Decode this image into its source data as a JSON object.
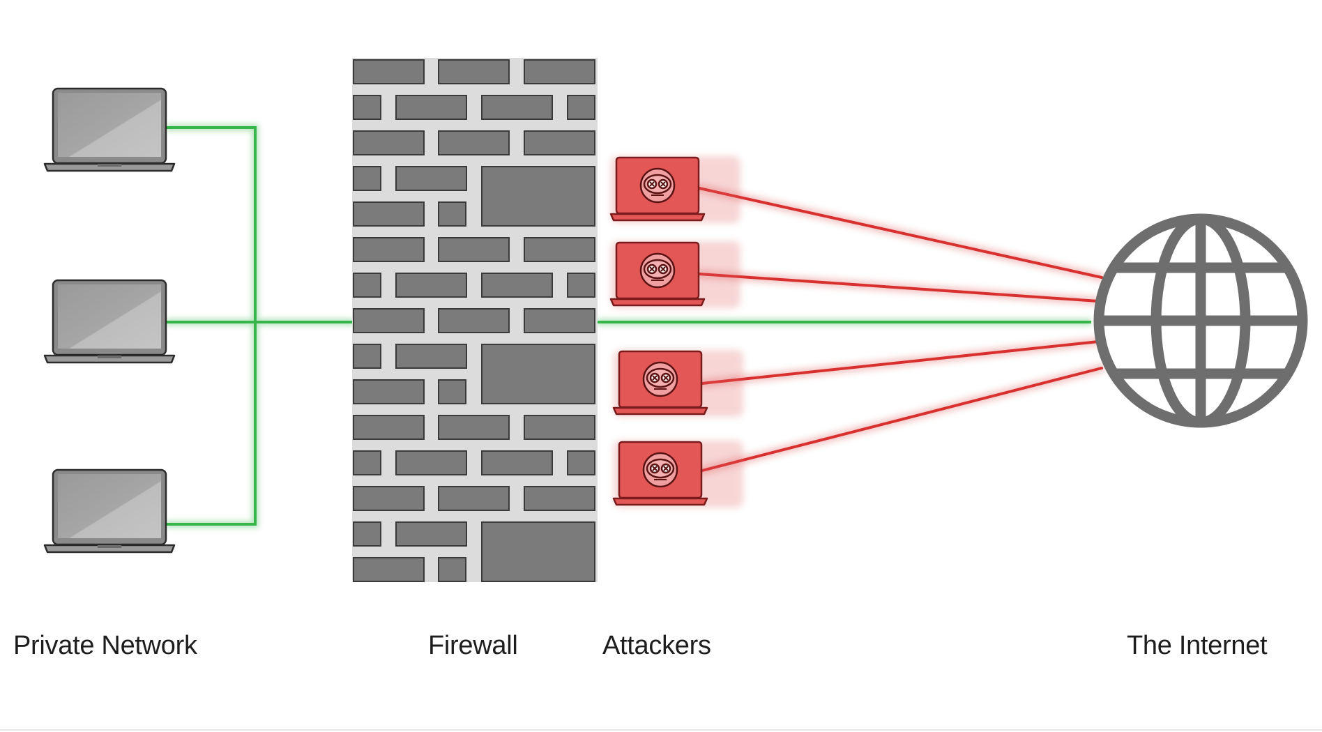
{
  "labels": {
    "private_network": "Private Network",
    "firewall": "Firewall",
    "attackers": "Attackers",
    "internet": "The Internet"
  },
  "icons": {
    "private_devices": "laptop-icon",
    "attacker_devices": "attacker-laptop-icon",
    "internet": "globe-icon",
    "firewall": "brick-wall-icon"
  },
  "counts": {
    "private_laptops": 3,
    "attacker_laptops": 4
  },
  "colors": {
    "allowed_connection": "#35b54a",
    "attack_connection": "#d82f2f",
    "attacker_fill": "#e05a5a",
    "device_gray": "#8c8c8c",
    "brick_gray": "#7b7b7b",
    "globe_gray": "#6e6e6e"
  }
}
